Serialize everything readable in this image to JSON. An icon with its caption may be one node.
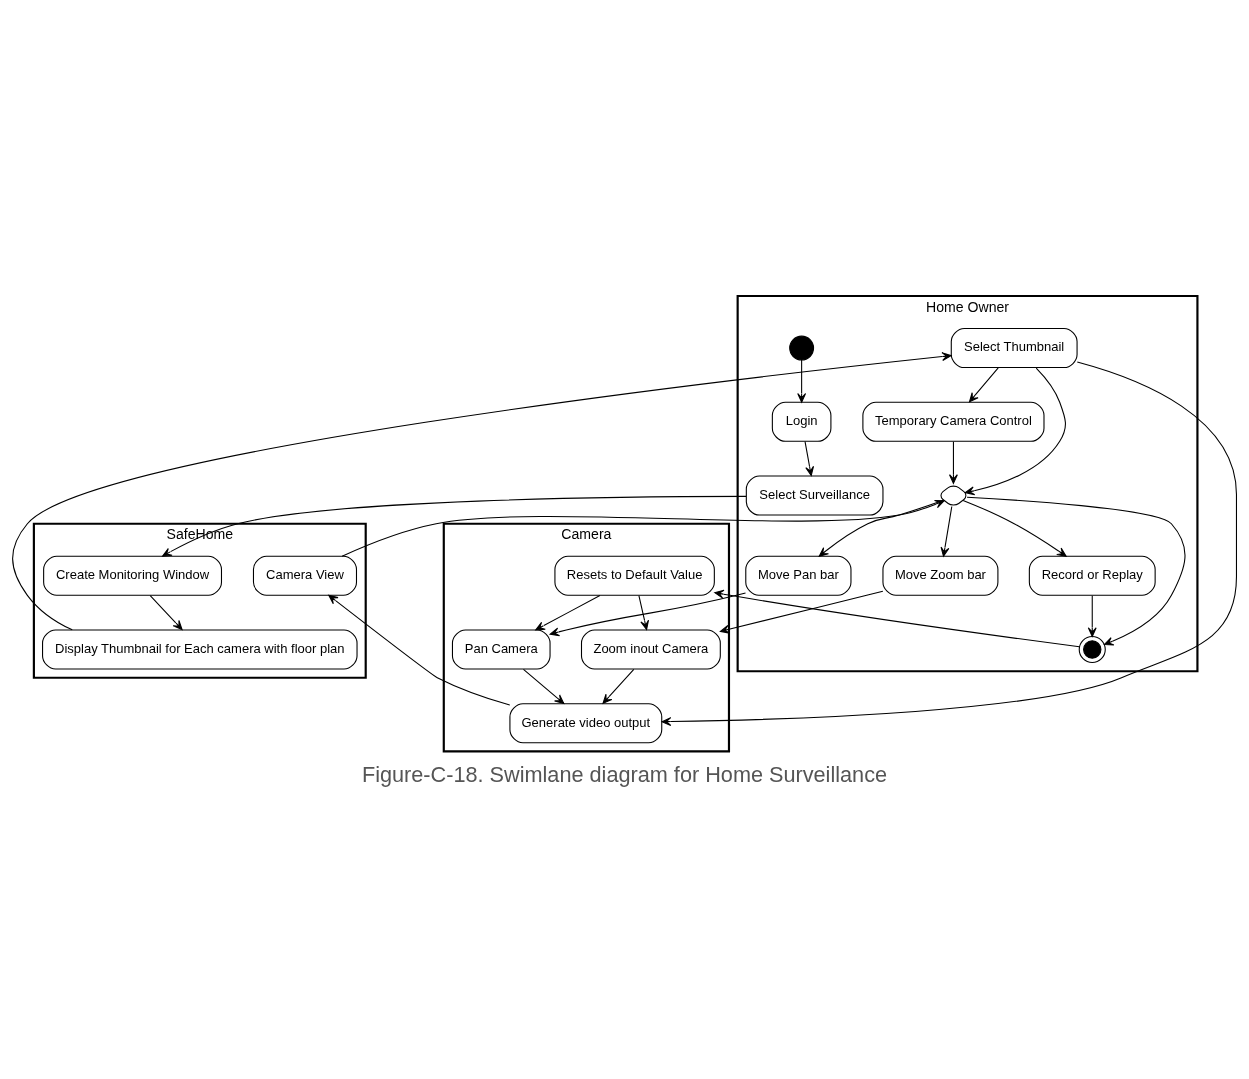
{
  "diagram": {
    "caption": "Figure-C-18. Swimlane diagram for Home Surveillance",
    "nodes": [
      {
        "text": [
          "Home Owner"
        ]
      },
      {
        "text": [
          "Camera"
        ]
      },
      {
        "text": [
          "SafeHome"
        ]
      },
      {
        "text": [],
        "shape": "circle",
        "in": 0
      },
      {
        "text": [
          "Login"
        ],
        "in": 0
      },
      {
        "text": [
          "Select Surveillance"
        ],
        "in": 0
      },
      {
        "text": [
          "Select Thumbnail"
        ],
        "in": 0
      },
      {
        "text": [
          "Temporary Camera Control"
        ],
        "in": 0
      },
      {
        "text": [],
        "shape": "diamond",
        "in": 0
      },
      {
        "text": [
          "Record or Replay"
        ],
        "in": 0
      },
      {
        "text": [
          "Move Pan bar"
        ],
        "in": 0
      },
      {
        "text": [
          "Move Zoom bar"
        ],
        "in": 0
      },
      {
        "text": [],
        "shape": "circle",
        "in": 0
      },
      {
        "text": [
          "Generate video output"
        ],
        "in": 1
      },
      {
        "text": [
          "Pan Camera"
        ],
        "in": 1
      },
      {
        "text": [
          "Zoom inout Camera"
        ],
        "in": 1
      },
      {
        "text": [
          "Resets to Default Value"
        ],
        "in": 1
      },
      {
        "text": [
          "Create Monitoring Window"
        ],
        "in": 2
      },
      {
        "text": [
          "Display Thumbnail for Each camera with floor plan"
        ],
        "in": 2
      },
      {
        "text": [
          "Camera View"
        ],
        "in": 2
      }
    ],
    "edges": [
      {
        "from": 3,
        "to": 4,
        "arrow": "to"
      },
      {
        "from": 4,
        "to": 5,
        "arrow": "to"
      },
      {
        "from": 5,
        "to": 17,
        "arrow": "to"
      },
      {
        "from": 17,
        "to": 18,
        "arrow": "to"
      },
      {
        "from": 18,
        "to": 6,
        "arrow": "to"
      },
      {
        "from": 6,
        "to": 13,
        "arrow": "to"
      },
      {
        "from": 6,
        "to": 7,
        "arrow": "to"
      },
      {
        "from": 6,
        "to": 8,
        "arrow": "to"
      },
      {
        "from": 7,
        "to": 8,
        "arrow": "to"
      },
      {
        "from": 13,
        "to": 19,
        "arrow": "to"
      },
      {
        "from": 19,
        "to": 8,
        "arrow": "to"
      },
      {
        "from": 8,
        "to": 9,
        "arrow": "to"
      },
      {
        "from": 8,
        "to": 10,
        "arrow": "to"
      },
      {
        "from": 8,
        "to": 11,
        "arrow": "to"
      },
      {
        "from": 8,
        "to": 12,
        "arrow": "to"
      },
      {
        "from": 9,
        "to": 12,
        "arrow": "to"
      },
      {
        "from": 10,
        "to": 14,
        "arrow": "to"
      },
      {
        "from": 11,
        "to": 15,
        "arrow": "to"
      },
      {
        "from": 14,
        "to": 13,
        "arrow": "to"
      },
      {
        "from": 15,
        "to": 13,
        "arrow": "to"
      },
      {
        "from": 16,
        "to": 14,
        "arrow": "to"
      },
      {
        "from": 16,
        "to": 15,
        "arrow": "to"
      },
      {
        "from": 12,
        "to": 16,
        "arrow": "to"
      }
    ]
  }
}
